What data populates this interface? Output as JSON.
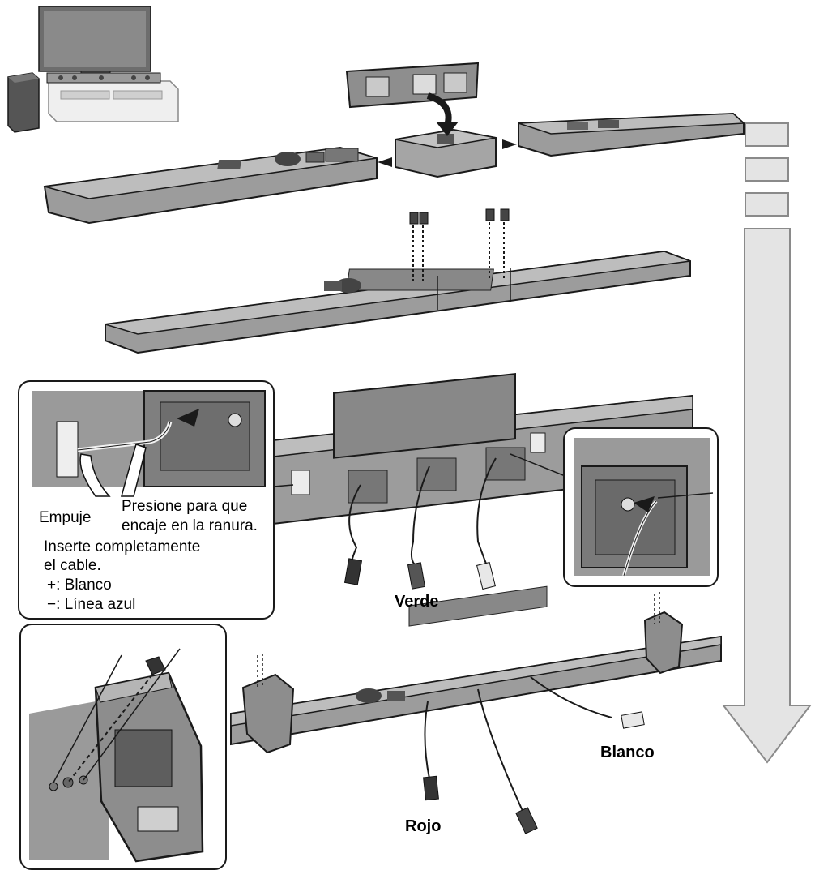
{
  "callout_pins": {
    "push_label": "Empuje",
    "snap_label_line1": "Presione para que",
    "snap_label_line2": "encaje en la ranura.",
    "insert_label_line1": "Inserte completamente",
    "insert_label_line2": "el cable.",
    "plus_label": "+: Blanco",
    "minus_label": "−: Línea azul"
  },
  "wire_labels": {
    "green": "Verde",
    "white": "Blanco",
    "red": "Rojo"
  },
  "colors": {
    "bar_body": "#9c9c9c",
    "bar_top": "#b9b9b9",
    "bar_dark": "#5e5e5e",
    "outline": "#1a1a1a",
    "flow_arrow": "#e4e4e4",
    "flow_arrow_border": "#8a8a8a"
  }
}
